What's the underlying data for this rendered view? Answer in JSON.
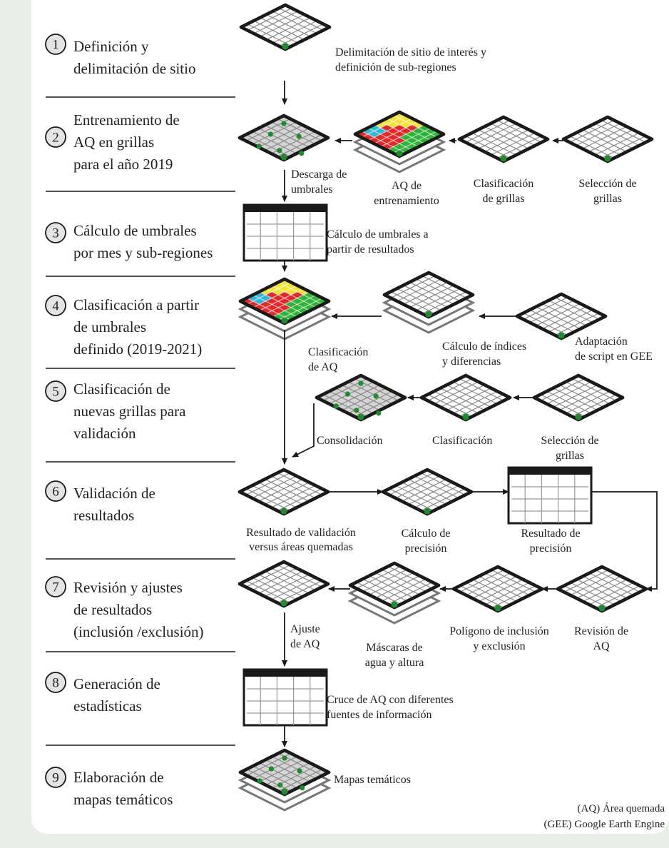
{
  "steps": [
    {
      "num": "1",
      "lines": [
        "Definición y",
        "delimitación de sitio"
      ]
    },
    {
      "num": "2",
      "lines": [
        "Entrenamiento de",
        "AQ en grillas",
        "para el año 2019"
      ]
    },
    {
      "num": "3",
      "lines": [
        "Cálculo de umbrales",
        "por mes y sub-regiones"
      ]
    },
    {
      "num": "4",
      "lines": [
        "Clasificación a partir",
        "de umbrales",
        "definido (2019-2021)"
      ]
    },
    {
      "num": "5",
      "lines": [
        "Clasificación de",
        "nuevas grillas para",
        "validación"
      ]
    },
    {
      "num": "6",
      "lines": [
        "Validación de",
        "resultados"
      ]
    },
    {
      "num": "7",
      "lines": [
        "Revisión y ajustes",
        "de resultados",
        "(inclusión /exclusión)"
      ]
    },
    {
      "num": "8",
      "lines": [
        "Generación de",
        "estadísticas"
      ]
    },
    {
      "num": "9",
      "lines": [
        "Elaboración de",
        "mapas temáticos"
      ]
    }
  ],
  "captions": {
    "c1": [
      "Delimitación de sitio de interés y",
      "definición de sub-regiones"
    ],
    "c2a": [
      "Descarga de",
      "umbrales"
    ],
    "c2b": [
      "AQ de",
      "entrenamiento"
    ],
    "c2c": [
      "Clasificación",
      "de grillas"
    ],
    "c2d": [
      "Selección de",
      "grillas"
    ],
    "c3": [
      "Cálculo de umbrales a",
      "partir de resultados"
    ],
    "c4a": [
      "Clasificación",
      "de AQ"
    ],
    "c4b": [
      "Cálculo de índices",
      "y diferencias"
    ],
    "c4c": [
      "Adaptación",
      "de script en GEE"
    ],
    "c5a": [
      "Consolidación"
    ],
    "c5b": [
      "Clasificación"
    ],
    "c5c": [
      "Selección de",
      "grillas"
    ],
    "c6a": [
      "Resultado de validación",
      "versus áreas quemadas"
    ],
    "c6b": [
      "Cálculo de",
      "precisión"
    ],
    "c6c": [
      "Resultado de",
      "precisión"
    ],
    "c7a": [
      "Ajuste",
      "de AQ"
    ],
    "c7b": [
      "Máscaras de",
      "agua y altura"
    ],
    "c7c": [
      "Polígono de inclusión",
      "y exclusión"
    ],
    "c7d": [
      "Revisión de",
      "AQ"
    ],
    "c8": [
      "Cruce de AQ con diferentes",
      "fuentes de información"
    ],
    "c9": [
      "Mapas temáticos"
    ]
  },
  "legend": [
    "(AQ)  Área quemada",
    "(GEE) Google Earth Engine"
  ],
  "colors": {
    "dark": "#1a1a1a",
    "fill": "#ffffff",
    "dotsFill": "#d4d4d4",
    "node": "#1f8a2f",
    "red": "#e02a2a",
    "yellow": "#f2e23a",
    "green": "#2fb33a",
    "cyan": "#35b6d8"
  }
}
